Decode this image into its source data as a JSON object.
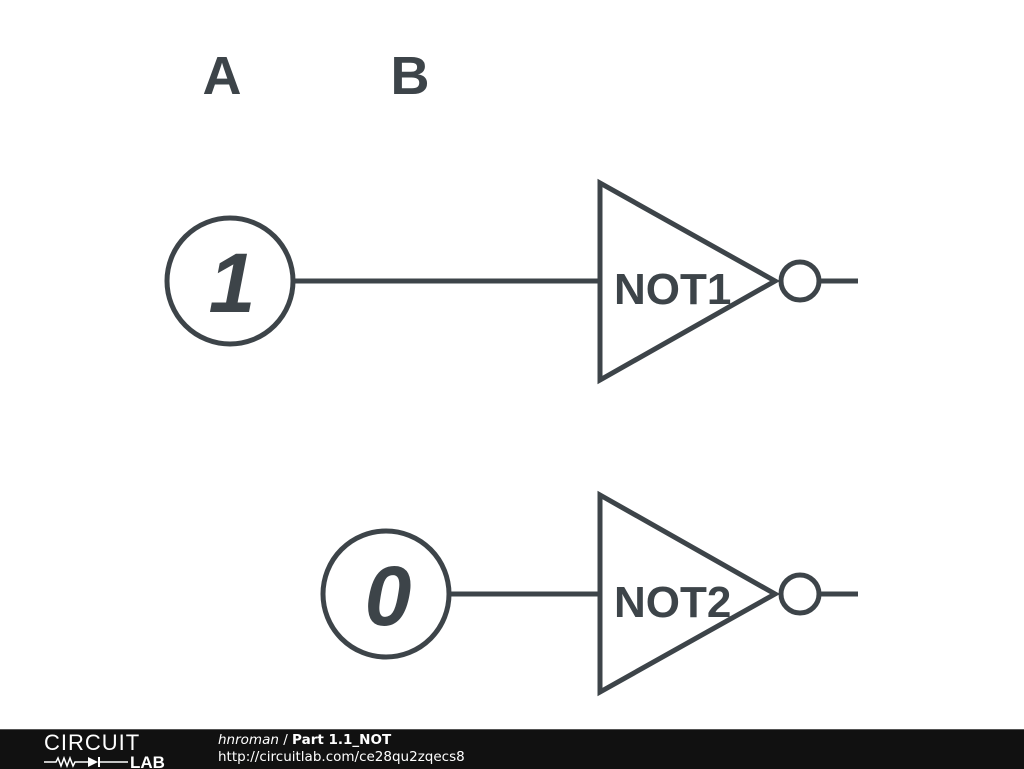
{
  "colors": {
    "stroke": "#3d4449",
    "footer_bg": "#111111"
  },
  "labels": {
    "a": "A",
    "b": "B"
  },
  "inputs": [
    {
      "name": "A",
      "value": "1"
    },
    {
      "name": "B",
      "value": "0"
    }
  ],
  "gates": [
    {
      "label": "NOT1",
      "type": "NOT"
    },
    {
      "label": "NOT2",
      "type": "NOT"
    }
  ],
  "footer": {
    "logo": "CIRCUIT LAB",
    "author": "hnroman",
    "separator": " / ",
    "title": "Part 1.1_NOT",
    "url": "http://circuitlab.com/ce28qu2zqecs8"
  }
}
